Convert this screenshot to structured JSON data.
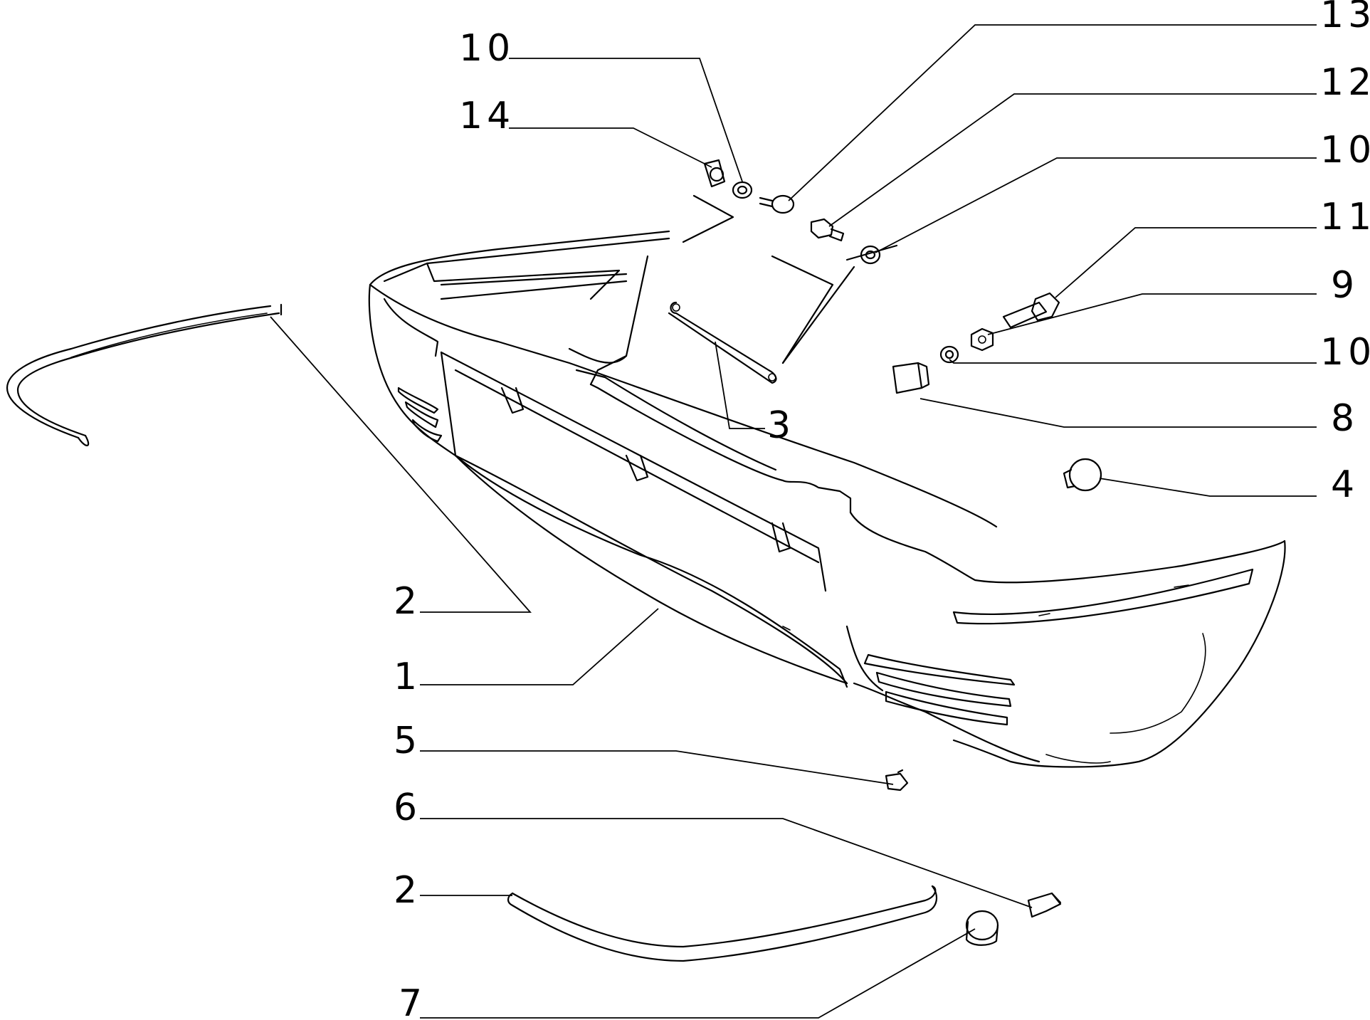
{
  "callouts": [
    {
      "id": "c10a",
      "number": "10"
    },
    {
      "id": "c14",
      "number": "14"
    },
    {
      "id": "c13",
      "number": "13"
    },
    {
      "id": "c12",
      "number": "12"
    },
    {
      "id": "c10b",
      "number": "10"
    },
    {
      "id": "c11",
      "number": "11"
    },
    {
      "id": "c9",
      "number": "9"
    },
    {
      "id": "c10c",
      "number": "10"
    },
    {
      "id": "c8",
      "number": "8"
    },
    {
      "id": "c4",
      "number": "4"
    },
    {
      "id": "c3",
      "number": "3"
    },
    {
      "id": "c2a",
      "number": "2"
    },
    {
      "id": "c1",
      "number": "1"
    },
    {
      "id": "c5",
      "number": "5"
    },
    {
      "id": "c6",
      "number": "6"
    },
    {
      "id": "c2b",
      "number": "2"
    },
    {
      "id": "c7",
      "number": "7"
    }
  ]
}
